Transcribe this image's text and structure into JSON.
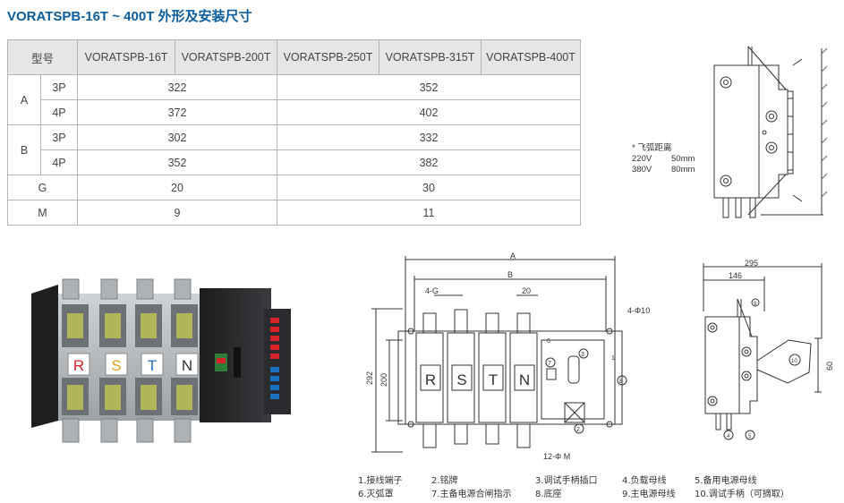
{
  "title": "VORATSPB-16T ~ 400T 外形及安装尺寸",
  "table": {
    "header": {
      "model": "型号",
      "cols": [
        "VORATSPB-16T",
        "VORATSPB-200T",
        "VORATSPB-250T",
        "VORATSPB-315T",
        "VORATSPB-400T"
      ]
    },
    "rows": {
      "A": {
        "label": "A",
        "p3": {
          "label": "3P",
          "v1": "322",
          "v2": "352"
        },
        "p4": {
          "label": "4P",
          "v1": "372",
          "v2": "402"
        }
      },
      "B": {
        "label": "B",
        "p3": {
          "label": "3P",
          "v1": "302",
          "v2": "332"
        },
        "p4": {
          "label": "4P",
          "v1": "352",
          "v2": "382"
        }
      },
      "G": {
        "label": "G",
        "v1": "20",
        "v2": "30"
      },
      "M": {
        "label": "M",
        "v1": "9",
        "v2": "11"
      }
    }
  },
  "note": {
    "title": "* 飞弧距离",
    "rows": [
      {
        "v": "220V",
        "d": "50mm"
      },
      {
        "v": "380V",
        "d": "80mm"
      }
    ]
  },
  "drawing": {
    "phases": [
      "R",
      "S",
      "T",
      "N"
    ],
    "dims": {
      "A": "A",
      "B": "B",
      "g": "4-G",
      "twenty": "20",
      "hole4": "4-Φ10",
      "hole12": "12-Φ M",
      "h292": "292",
      "h200": "200",
      "w295": "295",
      "w146": "146",
      "h60": "60"
    },
    "callouts": [
      "1",
      "2",
      "3",
      "4",
      "5",
      "6",
      "7",
      "8",
      "9",
      "10"
    ]
  },
  "legend": [
    "1.接线端子",
    "2.铭牌",
    "3.调试手柄插口",
    "4.负载母线",
    "5.备用电源母线",
    "6.灭弧罩",
    "7.主备电源合闸指示",
    "8.底座",
    "9.主电源母线",
    "10.调试手柄（可摘取）"
  ],
  "colors": {
    "title": "#0a5d9e",
    "R": "#d8232a",
    "S": "#e0a21b",
    "T": "#1b6fbf",
    "N": "#333333"
  }
}
